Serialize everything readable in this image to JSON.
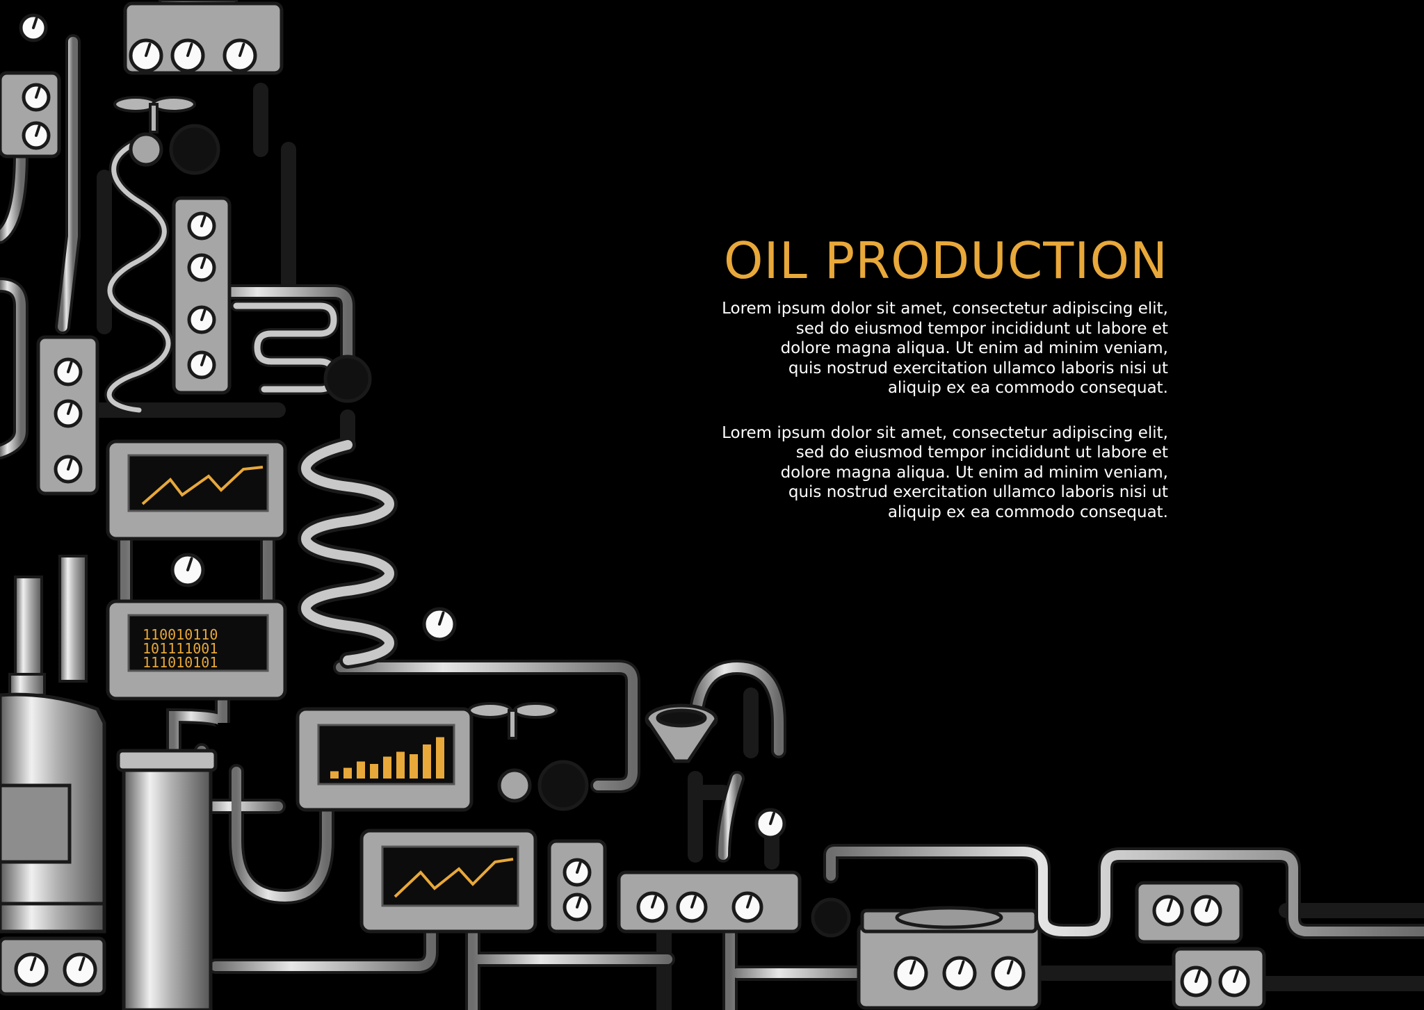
{
  "title": "OIL PRODUCTION",
  "paragraphs": [
    [
      "Lorem ipsum dolor sit amet, consectetur adipiscing elit,",
      "sed do eiusmod tempor incididunt ut labore et",
      "dolore magna aliqua. Ut enim ad minim veniam,",
      "quis nostrud exercitation ullamco laboris nisi ut",
      "aliquip ex ea commodo consequat."
    ],
    [
      "Lorem ipsum dolor sit amet, consectetur adipiscing elit,",
      "sed do eiusmod tempor incididunt ut labore et",
      "dolore magna aliqua. Ut enim ad minim veniam,",
      "quis nostrud exercitation ullamco laboris nisi ut",
      "aliquip ex ea commodo consequat."
    ]
  ],
  "screens": {
    "binary_rows": [
      "110010110",
      "101111001",
      "111010101"
    ],
    "bar_chart_levels": [
      0.15,
      0.22,
      0.35,
      0.3,
      0.45,
      0.55,
      0.5,
      0.7,
      0.85
    ]
  },
  "colors": {
    "background": "#000000",
    "title": "#e8a83a",
    "text": "#ffffff",
    "metal": "#a0a0a0",
    "outline": "#1a1a1a",
    "screen_line": "#e8a83a"
  },
  "icons": [
    "gauge-icon",
    "valve-wheel-icon",
    "funnel-icon",
    "pipe-icon",
    "tank-icon"
  ]
}
